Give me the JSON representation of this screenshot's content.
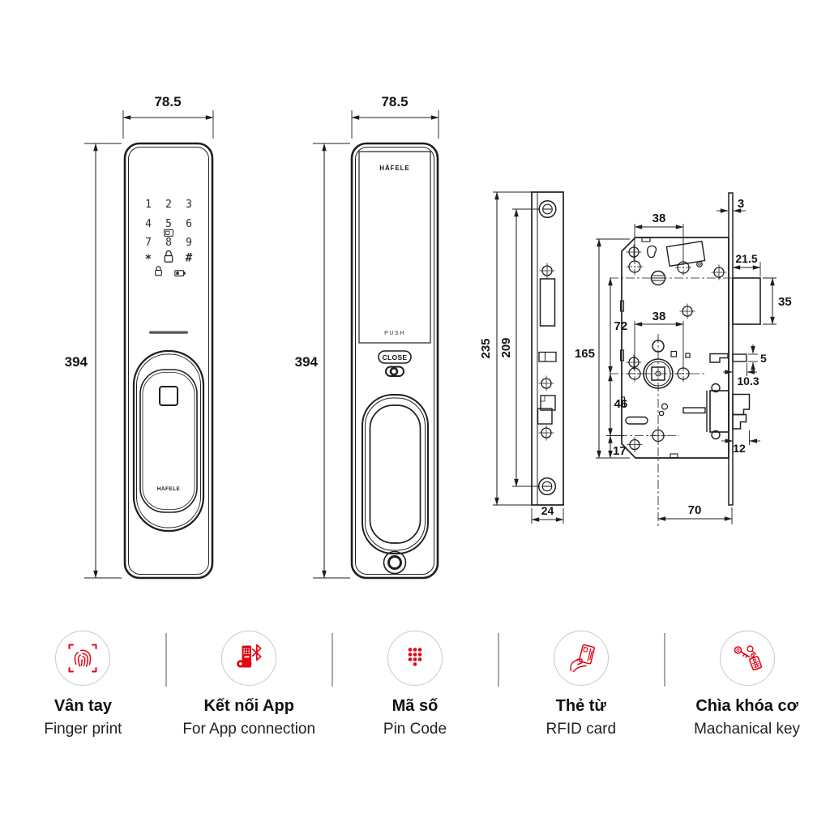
{
  "brand_color": "#e30613",
  "line_color": "#1f1f1f",
  "front_view": {
    "width_label": "78.5",
    "height_label": "394",
    "brand": "HÄFELE",
    "keypad_digits": [
      "1",
      "2",
      "3",
      "4",
      "5",
      "6",
      "7",
      "8",
      "9"
    ],
    "star_key": "*",
    "hash_key": "#"
  },
  "back_view": {
    "width_label": "78.5",
    "height_label": "394",
    "brand": "HÄFELE",
    "push_label": "PUSH",
    "close_label": "CLOSE"
  },
  "faceplate_view": {
    "total_height": "235",
    "screw_span": "209",
    "width": "24"
  },
  "lock_body_view": {
    "body_height": "165",
    "top_hole_span": "38",
    "hub_hole_span": "38",
    "upper_section": "72",
    "mid_section": "46",
    "bottom_section": "17",
    "backset": "70",
    "faceplate_thickness": "3",
    "latch_depth": "21.5",
    "latch_height": "35",
    "aux_bolt_height": "5",
    "aux_bolt_depth": "10.3",
    "deadbolt_throw": "12"
  },
  "features": [
    {
      "name_vi": "Vân tay",
      "name_en": "Finger print"
    },
    {
      "name_vi": "Kết nối App",
      "name_en": "For App connection"
    },
    {
      "name_vi": "Mã số",
      "name_en": "Pin Code"
    },
    {
      "name_vi": "Thẻ từ",
      "name_en": "RFID card"
    },
    {
      "name_vi": "Chìa khóa cơ",
      "name_en": "Machanical key"
    }
  ]
}
